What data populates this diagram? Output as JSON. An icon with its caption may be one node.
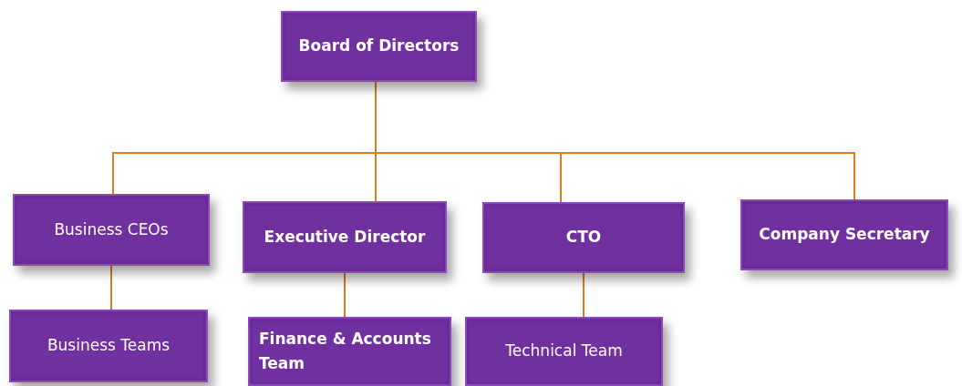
{
  "diagram": {
    "nodes": [
      {
        "text": [
          "Board of Directors"
        ]
      },
      {
        "text": [
          "Business CEOs"
        ]
      },
      {
        "text": [
          "Executive Director"
        ]
      },
      {
        "text": [
          "CTO"
        ]
      },
      {
        "text": [
          "Company Secretary"
        ]
      },
      {
        "text": [
          "Business Teams"
        ]
      },
      {
        "text": [
          "Finance & Accounts Team"
        ]
      },
      {
        "text": [
          "Technical Team"
        ]
      }
    ],
    "edges": [
      {
        "from": 0,
        "to": 1,
        "arrow": "none"
      },
      {
        "from": 0,
        "to": 2,
        "arrow": "none"
      },
      {
        "from": 0,
        "to": 3,
        "arrow": "none"
      },
      {
        "from": 0,
        "to": 4,
        "arrow": "none"
      },
      {
        "from": 1,
        "to": 5,
        "arrow": "none"
      },
      {
        "from": 2,
        "to": 6,
        "arrow": "none"
      },
      {
        "from": 3,
        "to": 7,
        "arrow": "none"
      }
    ]
  }
}
